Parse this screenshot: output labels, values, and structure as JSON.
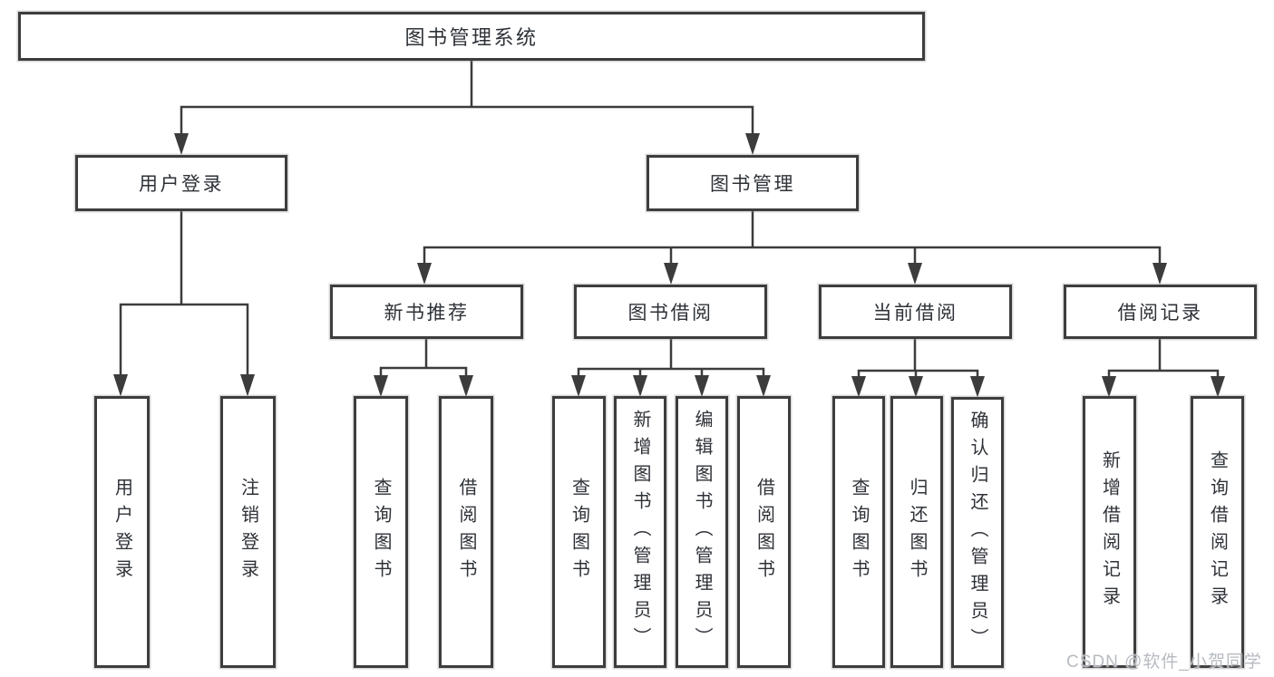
{
  "tree": {
    "root": "图书管理系统",
    "branches": [
      {
        "label": "用户登录",
        "leaves": [
          "用户登录",
          "注销登录"
        ]
      },
      {
        "label": "图书管理",
        "groups": [
          {
            "label": "新书推荐",
            "leaves": [
              "查询图书",
              "借阅图书"
            ]
          },
          {
            "label": "图书借阅",
            "leaves": [
              "查询图书",
              "新增图书（管理员）",
              "编辑图书（管理员）",
              "借阅图书"
            ]
          },
          {
            "label": "当前借阅",
            "leaves": [
              "查询图书",
              "归还图书",
              "确认归还（管理员）"
            ]
          },
          {
            "label": "借阅记录",
            "leaves": [
              "新增借阅记录",
              "查询借阅记录"
            ]
          }
        ]
      }
    ]
  },
  "watermark": "CSDN @软件_小贺同学",
  "colors": {
    "line": "#3c3c3c",
    "border": "#3d3d3d",
    "text": "#2e3237",
    "watermark_text": "#b7bbc1",
    "background": "#ffffff"
  }
}
